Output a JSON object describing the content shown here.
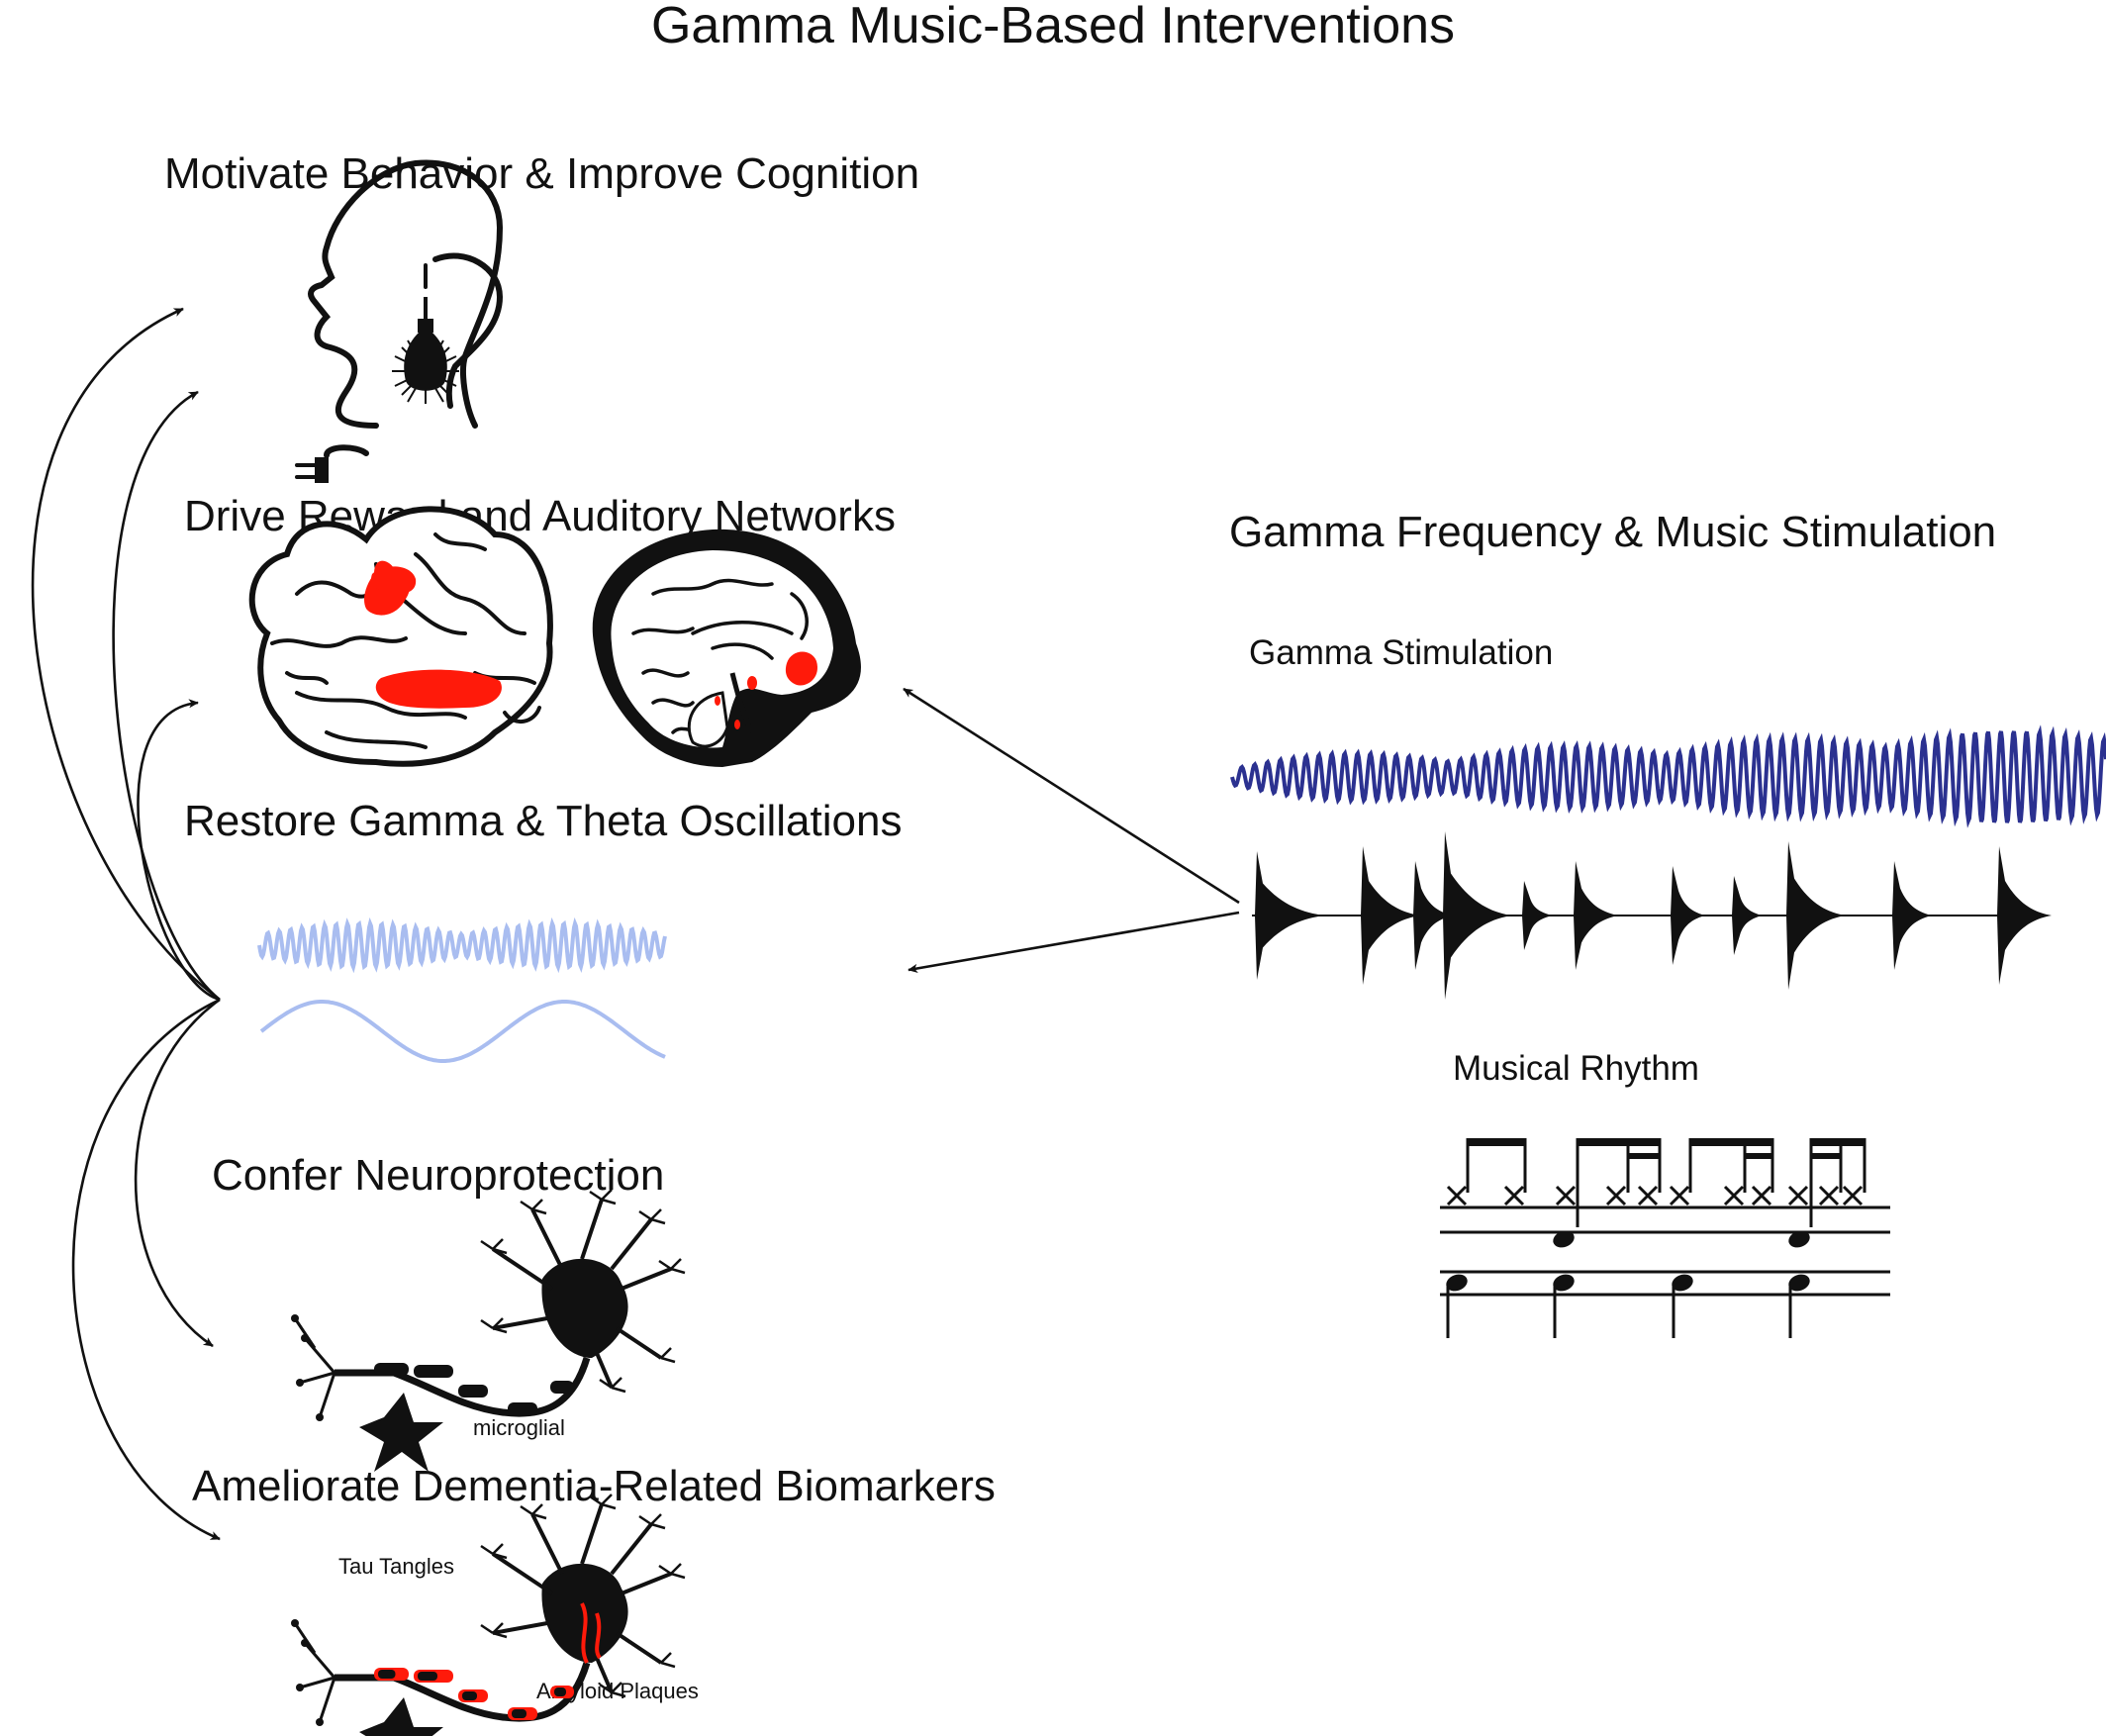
{
  "title": "Gamma Music-Based Interventions",
  "left_column": {
    "motivate": "Motivate Behavior & Improve Cognition",
    "reward": "Drive Reward and Auditory Networks",
    "restore": "Restore Gamma & Theta Oscillations",
    "neuroprotection": "Confer Neuroprotection",
    "microglial_label": "microglial",
    "ameliorate": "Ameliorate Dementia-Related Biomarkers",
    "tau_label": "Tau Tangles",
    "amyloid_label": "Amyloid Plaques"
  },
  "right_column": {
    "heading": "Gamma Frequency & Music Stimulation",
    "gamma_label": "Gamma Stimulation",
    "rhythm_label": "Musical Rhythm"
  },
  "colors": {
    "ink": "#111111",
    "highlight_red": "#ff1a0a",
    "gamma_wave": "#2b3190",
    "oscillation_wave": "#a9bdf0"
  },
  "icons": [
    "head-lightbulb-icon",
    "brain-lateral-icon",
    "brain-sagittal-icon",
    "neuron-icon",
    "diseased-neuron-icon",
    "drum-notation-icon"
  ]
}
